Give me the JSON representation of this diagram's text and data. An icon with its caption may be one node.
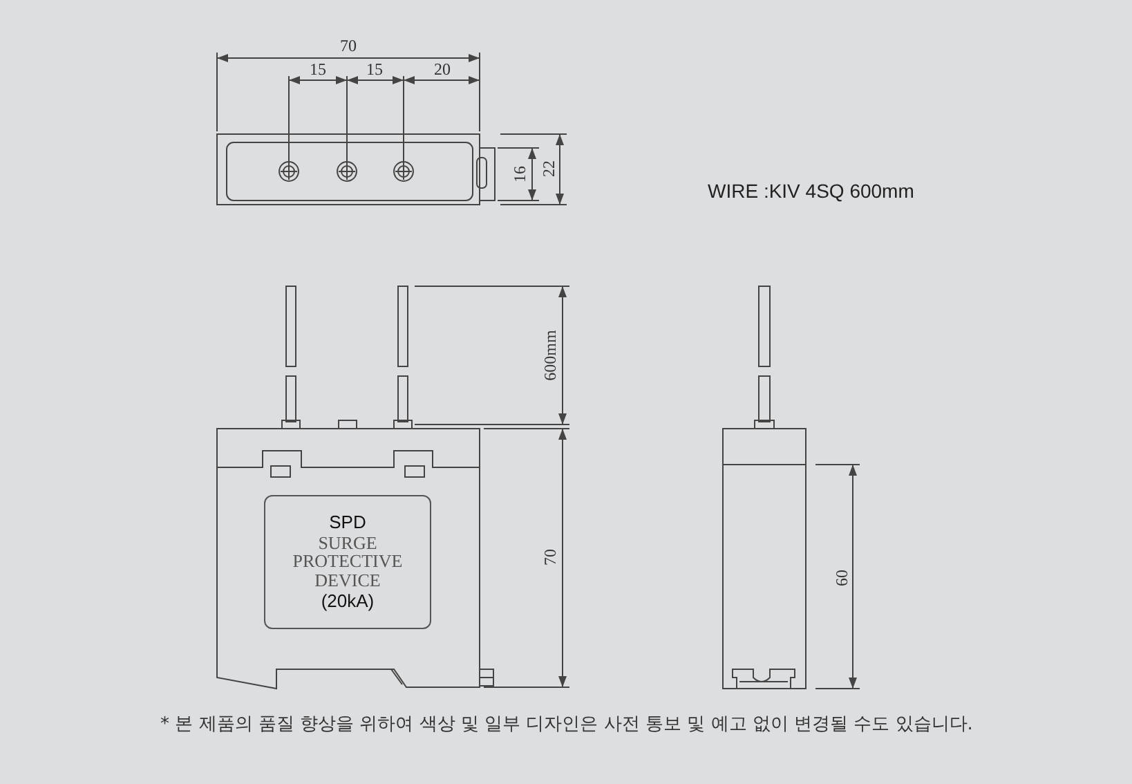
{
  "diagram": {
    "nodes": [
      {
        "text": [
          "SPD",
          "SURGE PROTECTIVE DEVICE",
          "(20kA)"
        ]
      }
    ],
    "labels": [
      "70",
      "15",
      "15",
      "20",
      "16",
      "22",
      "WIRE :KIV 4SQ  600mm",
      "600mm",
      "70",
      "60",
      "* 본 제품의 품질 향상을 위하여 색상 및 일부 디자인은 사전 통보 및 예고 없이 변경될 수도 있습니다."
    ]
  }
}
